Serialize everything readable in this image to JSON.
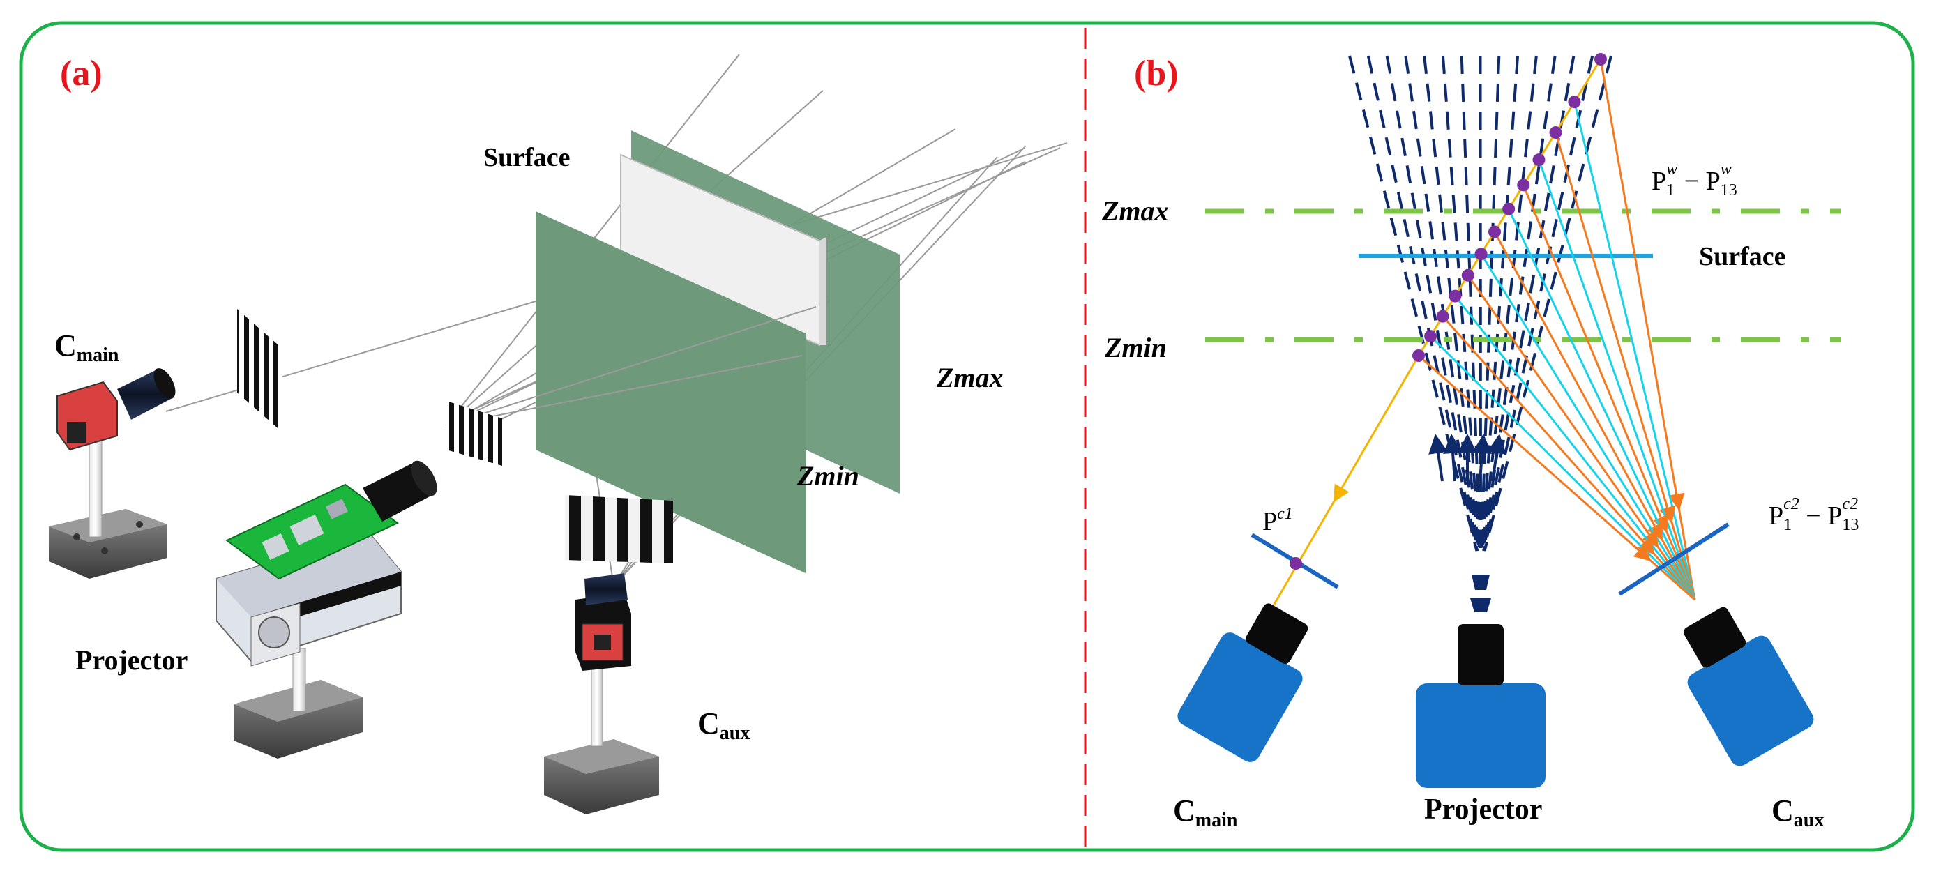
{
  "panel_a": {
    "tag": "(a)",
    "c_main": {
      "main": "C",
      "sub": "main"
    },
    "projector": "Projector",
    "c_aux": {
      "main": "C",
      "sub": "aux"
    },
    "surface": "Surface",
    "zmax": "Zmax",
    "zmin": "Zmin"
  },
  "panel_b": {
    "tag": "(b)",
    "zmax": "Zmax",
    "zmin": "Zmin",
    "surface": "Surface",
    "pw": {
      "p1": "P",
      "s1": "1",
      "sup1": "w",
      "dash": " − ",
      "p2": "P",
      "s2": "13",
      "sup2": "w"
    },
    "pc1": {
      "p": "P",
      "sup": "c1"
    },
    "pc2": {
      "p1": "P",
      "s1": "1",
      "sup1": "c2",
      "dash": " − ",
      "p2": "P",
      "s2": "13",
      "sup2": "c2"
    },
    "c_main": {
      "main": "C",
      "sub": "main"
    },
    "projector": "Projector",
    "c_aux": {
      "main": "C",
      "sub": "aux"
    }
  },
  "colors": {
    "frame": "#1db04b",
    "tag_red": "#e8161c",
    "divider": "#e8161c",
    "plane": "#6e9a7b",
    "zline": "#7dc643",
    "surface_line": "#1aa3e0",
    "dashed_rays": "#0f2a6b",
    "cam_body": "#1673c8",
    "lens": "#0a0a0a",
    "point": "#7b2fa0",
    "ray_yellow": "#f4b400",
    "ray_orange": "#f47a1f",
    "ray_cyan": "#16d2ea",
    "sensor_line": "#1a64c2",
    "board": "#1bb63c",
    "cam_red": "#d8413f"
  }
}
